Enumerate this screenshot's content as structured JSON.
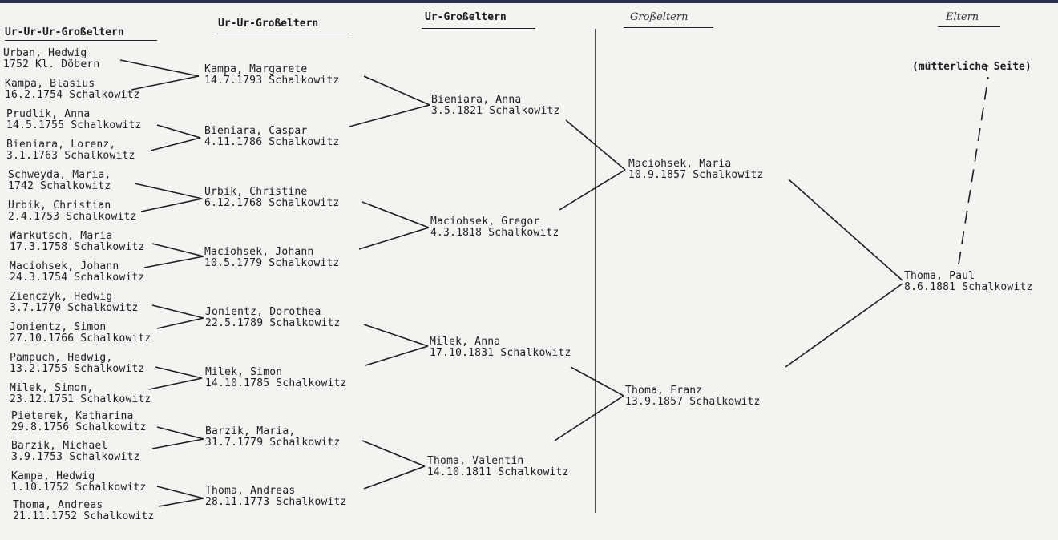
{
  "headers": {
    "gen5": "Ur-Ur-Ur-Großeltern",
    "gen4": "Ur-Ur-Großeltern",
    "gen3": "Ur-Großeltern",
    "gen2": "Großeltern",
    "gen1": "Eltern"
  },
  "side_note": "(mütterliche Seite)",
  "arrow_glyph": "↑",
  "people": {
    "gen5": [
      {
        "name": "Urban, Hedwig",
        "detail": "1752 Kl. Döbern"
      },
      {
        "name": "Kampa, Blasius",
        "detail": "16.2.1754 Schalkowitz"
      },
      {
        "name": "Prudlik, Anna",
        "detail": "14.5.1755 Schalkowitz"
      },
      {
        "name": "Bieniara, Lorenz,",
        "detail": "3.1.1763 Schalkowitz"
      },
      {
        "name": "Schweyda, Maria,",
        "detail": "1742 Schalkowitz"
      },
      {
        "name": "Urbik, Christian",
        "detail": "2.4.1753 Schalkowitz"
      },
      {
        "name": "Warkutsch, Maria",
        "detail": "17.3.1758 Schalkowitz"
      },
      {
        "name": "Maciohsek, Johann",
        "detail": "24.3.1754 Schalkowitz"
      },
      {
        "name": "Zienczyk, Hedwig",
        "detail": "3.7.1770 Schalkowitz"
      },
      {
        "name": "Jonientz, Simon",
        "detail": "27.10.1766 Schalkowitz"
      },
      {
        "name": "Pampuch, Hedwig,",
        "detail": "13.2.1755 Schalkowitz"
      },
      {
        "name": "Milek, Simon,",
        "detail": "23.12.1751 Schalkowitz"
      },
      {
        "name": "Pieterek, Katharina",
        "detail": "29.8.1756 Schalkowitz"
      },
      {
        "name": "Barzik, Michael",
        "detail": "3.9.1753 Schalkowitz"
      },
      {
        "name": "Kampa, Hedwig",
        "detail": "1.10.1752 Schalkowitz"
      },
      {
        "name": "Thoma, Andreas",
        "detail": "21.11.1752 Schalkowitz"
      }
    ],
    "gen4": [
      {
        "name": "Kampa, Margarete",
        "detail": "14.7.1793 Schalkowitz"
      },
      {
        "name": "Bieniara, Caspar",
        "detail": "4.11.1786 Schalkowitz"
      },
      {
        "name": "Urbik, Christine",
        "detail": "6.12.1768 Schalkowitz"
      },
      {
        "name": "Maciohsek, Johann",
        "detail": "10.5.1779 Schalkowitz"
      },
      {
        "name": "Jonientz, Dorothea",
        "detail": "22.5.1789 Schalkowitz"
      },
      {
        "name": "Milek, Simon",
        "detail": "14.10.1785 Schalkowitz"
      },
      {
        "name": "Barzik, Maria,",
        "detail": "31.7.1779 Schalkowitz"
      },
      {
        "name": "Thoma, Andreas",
        "detail": "28.11.1773 Schalkowitz"
      }
    ],
    "gen3": [
      {
        "name": "Bieniara, Anna",
        "detail": "3.5.1821 Schalkowitz"
      },
      {
        "name": "Maciohsek, Gregor",
        "detail": "4.3.1818 Schalkowitz"
      },
      {
        "name": "Milek, Anna",
        "detail": "17.10.1831 Schalkowitz"
      },
      {
        "name": "Thoma, Valentin",
        "detail": "14.10.1811 Schalkowitz"
      }
    ],
    "gen2": [
      {
        "name": "Maciohsek, Maria",
        "detail": "10.9.1857 Schalkowitz"
      },
      {
        "name": "Thoma, Franz",
        "detail": "13.9.1857 Schalkowitz"
      }
    ],
    "gen1": [
      {
        "name": "Thoma, Paul",
        "detail": "8.6.1881 Schalkowitz"
      }
    ]
  }
}
